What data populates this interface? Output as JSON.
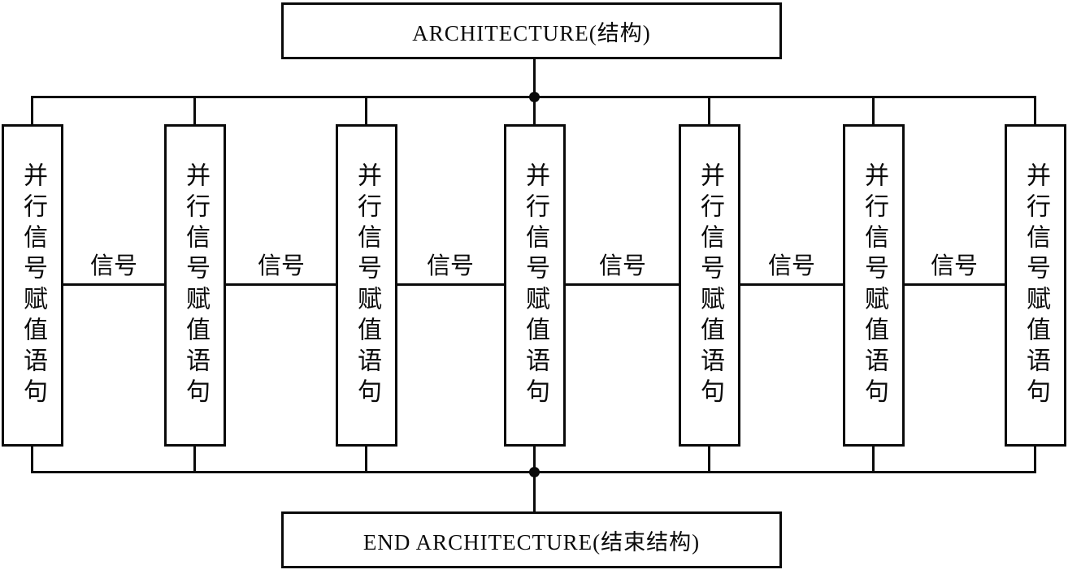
{
  "diagram": {
    "architecture_box_label": "ARCHITECTURE(结构)",
    "end_architecture_box_label": "END ARCHITECTURE(结束结构)",
    "parallel_boxes": [
      {
        "label": "并行信号赋值语句"
      },
      {
        "label": "并行信号赋值语句"
      },
      {
        "label": "并行信号赋值语句"
      },
      {
        "label": "并行信号赋值语句"
      },
      {
        "label": "并行信号赋值语句"
      },
      {
        "label": "并行信号赋值语句"
      },
      {
        "label": "并行信号赋值语句"
      }
    ],
    "signal_links": [
      {
        "label": "信号"
      },
      {
        "label": "信号"
      },
      {
        "label": "信号"
      },
      {
        "label": "信号"
      },
      {
        "label": "信号"
      },
      {
        "label": "信号"
      }
    ],
    "colors": {
      "line": "#0a0a0a",
      "background": "#ffffff"
    }
  }
}
